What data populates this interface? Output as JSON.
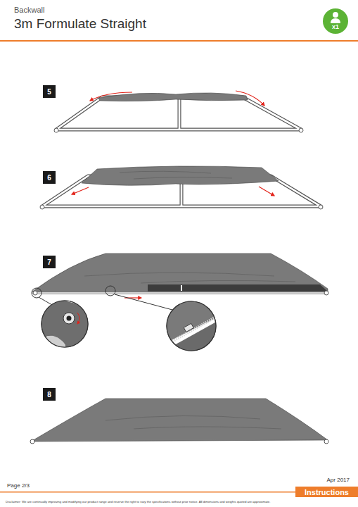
{
  "diagram": {
    "title": "3m Formulate Straight",
    "nodes": [
      {
        "text": [
          "x1"
        ]
      },
      {
        "text": [
          "5"
        ]
      },
      {
        "text": [
          "6"
        ]
      },
      {
        "text": [
          "7"
        ]
      },
      {
        "text": [
          "8"
        ]
      },
      {
        "text": [
          "Instructions"
        ]
      }
    ],
    "labels": [
      "Backwall",
      "Page 2/3",
      "Apr 2017",
      "Disclaimer: We are continually improving and modifying our product range and reserve the right to vary the specifications without prior notice. All dimensions and weights quoted are approximate."
    ]
  }
}
